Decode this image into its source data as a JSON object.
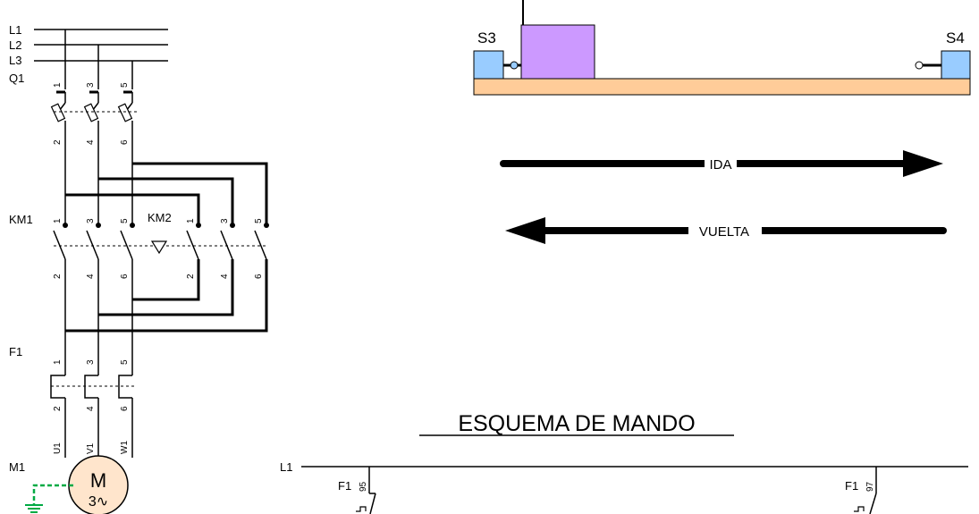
{
  "power_circuit": {
    "lines": [
      "L1",
      "L2",
      "L3"
    ],
    "q1_label": "Q1",
    "km1_label": "KM1",
    "km2_label": "KM2",
    "f1_label": "F1",
    "m1_label": "M1",
    "motor_symbol": "M",
    "motor_phase": "3∿",
    "terminals_top": [
      "1",
      "3",
      "5"
    ],
    "terminals_bottom": [
      "2",
      "4",
      "6"
    ],
    "motor_terminals": [
      "U1",
      "V1",
      "W1"
    ]
  },
  "mechanism": {
    "s3_label": "S3",
    "s4_label": "S4",
    "carriage_color": "#cc99ff",
    "switch_color": "#99ccff",
    "rail_color": "#ffcc99",
    "forward_label": "IDA",
    "return_label": "VUELTA"
  },
  "control_circuit": {
    "title": "ESQUEMA DE MANDO",
    "line_label": "L1",
    "f1_left_label": "F1",
    "f1_left_terminal": "95",
    "f1_right_label": "F1",
    "f1_right_terminal": "97"
  },
  "colors": {
    "ground": "#00aa44",
    "motor_fill": "#ffe5cc"
  }
}
